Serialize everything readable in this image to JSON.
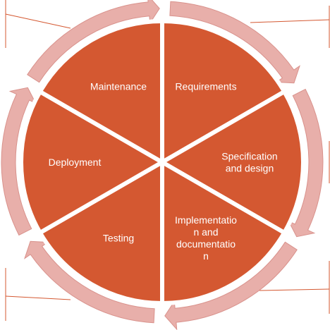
{
  "diagram": {
    "type": "cycle",
    "colors": {
      "segment": "#D45831",
      "arc": "#E8AFAA",
      "arc_stroke": "#D9928C",
      "connector": "#D45831",
      "gap": "#ffffff"
    },
    "segments": [
      {
        "label": "Requirements",
        "lines": [
          "Requirements"
        ]
      },
      {
        "label": "Specification and design",
        "lines": [
          "Specification",
          "and design"
        ]
      },
      {
        "label": "Implementation and documentation",
        "lines": [
          "Implementatio",
          "n and",
          "documentatio",
          "n"
        ]
      },
      {
        "label": "Testing",
        "lines": [
          "Testing"
        ]
      },
      {
        "label": "Deployment",
        "lines": [
          "Deployment"
        ]
      },
      {
        "label": "Maintenance",
        "lines": [
          "Maintenance"
        ]
      }
    ]
  }
}
